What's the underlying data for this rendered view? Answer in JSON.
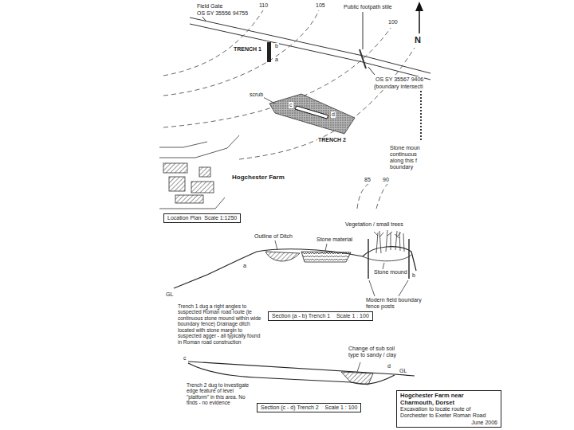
{
  "diagram": {
    "title": "Hogchester Farm near Charmouth, Dorset",
    "nodes": [
      {
        "text": [
          "Location Plan  Scale 1:1250"
        ]
      },
      {
        "text": [
          "Section (a - b) Trench 1    Scale 1 : 100"
        ]
      },
      {
        "text": [
          "Section (c - d) Trench 2    Scale 1 : 100"
        ]
      },
      {
        "text": [
          "Hogchester Farm near Charmouth, Dorset",
          "Excavation to locate route of Dorchester to Exeter Roman Road",
          "June 2006"
        ]
      }
    ],
    "labels": [
      "Field Gate",
      "OS SY 35556 94755",
      "110",
      "105",
      "Public footpath stile",
      "100",
      "N",
      "TRENCH 1",
      "b",
      "a",
      "c",
      "d",
      "OS SY 35567 9406",
      "(boundary intersecti",
      "scrub",
      "TRENCH 2",
      "Stone moun continuous along this f boundary",
      "85",
      "90",
      "Hogchester Farm",
      "Vegetation / small trees",
      "Outline of Ditch",
      "Stone material",
      "GL",
      "a",
      "Stone mound",
      "b",
      "Modern field boundary fence posts",
      "Trench 1 dug a right angles to suspected Roman road route (ie continuous stone mound within wide boundary fence) Drainage ditch located with stone margin to suspected agger - all typically found in Roman road construction",
      "Change of sub soil type to sandy / clay",
      "c",
      "GL",
      "d",
      "Trench 2 dug to investigate edge feature of level \"platform\" in this area. No finds - no evidence"
    ]
  }
}
